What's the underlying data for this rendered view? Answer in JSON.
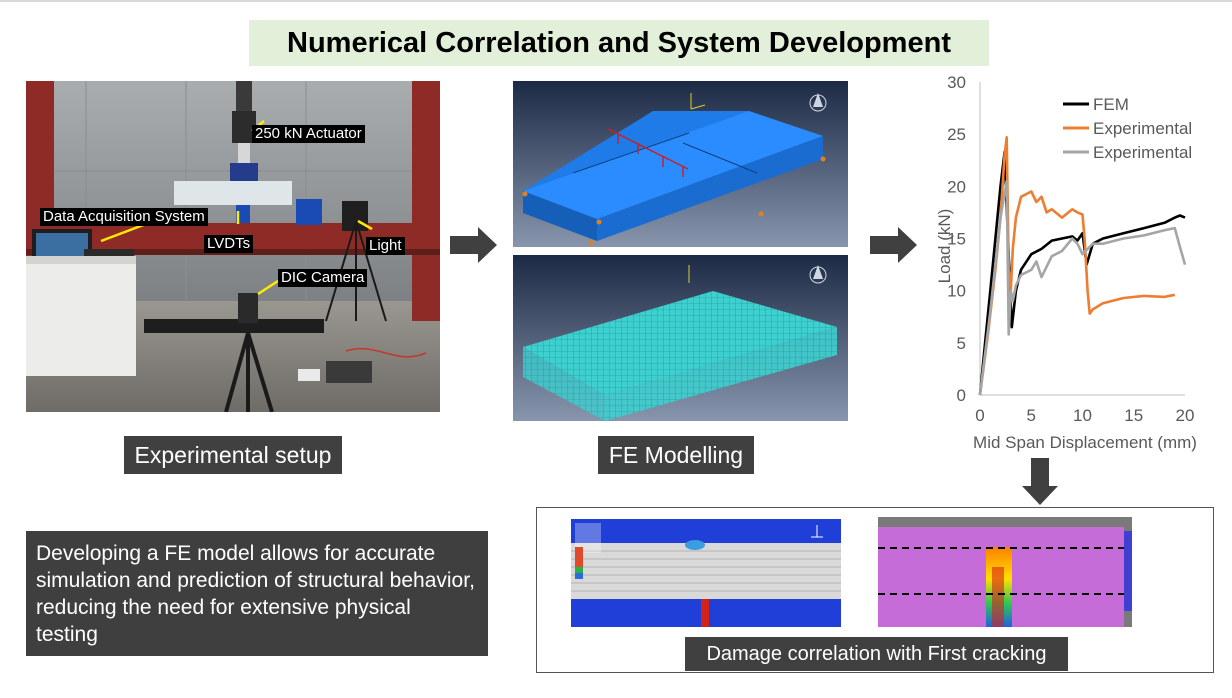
{
  "title": "Numerical Correlation and System Development",
  "photo": {
    "caption": "Experimental setup",
    "labels": {
      "actuator": "250 kN Actuator",
      "daq": "Data Acquisition System",
      "lvdts": "LVDTs",
      "light": "Light",
      "dic": "DIC Camera"
    }
  },
  "fe": {
    "caption": "FE Modelling"
  },
  "description": "Developing a FE model allows for accurate simulation and prediction of structural behavior, reducing the need for extensive physical testing",
  "damage": {
    "caption": "Damage correlation with First cracking"
  },
  "colors": {
    "title_bg": "#e2efd9",
    "caption_bg": "#404040",
    "fem": "#000000",
    "exp1": "#ed7d31",
    "exp2": "#a5a5a5",
    "fe_blue": "#1e7de6",
    "fe_mesh": "#3ecfcf"
  },
  "chart_data": {
    "type": "line",
    "title": "",
    "xlabel": "Mid Span Displacement (mm)",
    "ylabel": "Load (kN)",
    "xlim": [
      0,
      20
    ],
    "ylim": [
      0,
      30
    ],
    "xticks": [
      0,
      5,
      10,
      15,
      20
    ],
    "yticks": [
      0,
      5,
      10,
      15,
      20,
      25,
      30
    ],
    "grid": false,
    "legend": "top-right",
    "series": [
      {
        "name": "FEM",
        "color": "#000000",
        "x": [
          0,
          0.5,
          1.0,
          1.5,
          2.0,
          2.4,
          2.6,
          3.0,
          3.1,
          3.5,
          4.0,
          5.0,
          6.0,
          7.0,
          8.0,
          9.0,
          9.5,
          10.0,
          10.4,
          11.0,
          12.0,
          14.0,
          16.0,
          18.0,
          19.0,
          19.5,
          20.0
        ],
        "y": [
          0,
          5,
          10,
          15,
          20,
          23.3,
          18,
          8.5,
          6.5,
          10,
          12,
          13.5,
          14,
          14.8,
          15,
          15.2,
          14.8,
          15.5,
          12.5,
          14.5,
          15,
          15.5,
          16,
          16.5,
          17,
          17.2,
          17
        ]
      },
      {
        "name": "Experimental",
        "color": "#ed7d31",
        "x": [
          0,
          0.8,
          1.5,
          2.0,
          2.4,
          2.6,
          2.8,
          3.0,
          3.2,
          3.5,
          4.0,
          5.0,
          5.5,
          6.0,
          6.5,
          7.0,
          8.0,
          9.0,
          9.5,
          10.0,
          10.2,
          10.5,
          10.7,
          11.0,
          12.0,
          14.0,
          16.0,
          18.0,
          19.0
        ],
        "y": [
          0,
          6,
          12,
          17,
          23,
          24.7,
          12,
          10,
          14,
          17,
          19,
          19.5,
          18.5,
          19,
          17.5,
          17.8,
          17,
          17.8,
          17.5,
          17.3,
          15,
          10,
          7.8,
          8.2,
          8.8,
          9.3,
          9.5,
          9.4,
          9.6
        ]
      },
      {
        "name": "Experimental",
        "color": "#a5a5a5",
        "x": [
          0,
          1.0,
          2.0,
          2.6,
          2.8,
          3.0,
          3.2,
          3.5,
          4.0,
          5.0,
          5.5,
          6.0,
          7.0,
          8.0,
          9.0,
          9.5,
          10.0,
          11.0,
          12.0,
          14.0,
          16.0,
          18.0,
          19.0,
          19.5,
          20.0
        ],
        "y": [
          0,
          8,
          17,
          20.5,
          5.8,
          10,
          9,
          10.5,
          11.5,
          12,
          12.8,
          11.3,
          13.3,
          13.8,
          15,
          14.5,
          13.5,
          14.5,
          14.5,
          15,
          15.3,
          15.8,
          16,
          14.2,
          12.5
        ]
      }
    ]
  }
}
